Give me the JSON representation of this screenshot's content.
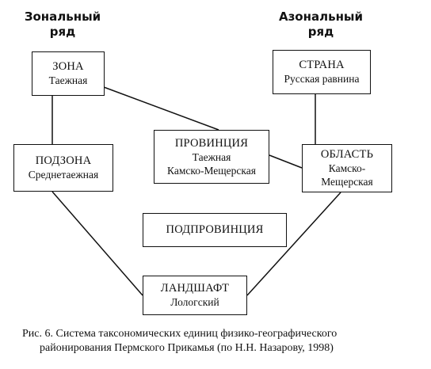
{
  "headers": {
    "left": [
      "Зональный",
      "ряд"
    ],
    "right": [
      "Азональный",
      "ряд"
    ]
  },
  "boxes": {
    "zona": {
      "title": "ЗОНА",
      "subtitle": "Таежная"
    },
    "strana": {
      "title": "СТРАНА",
      "subtitle": "Русская равнина"
    },
    "podzona": {
      "title": "ПОДЗОНА",
      "subtitle": "Среднетаежная"
    },
    "provintsiya": {
      "title": "ПРОВИНЦИЯ",
      "subtitle": [
        "Таежная",
        "Камско-Мещерская"
      ]
    },
    "oblast": {
      "title": "ОБЛАСТЬ",
      "subtitle": [
        "Камско-",
        "Мещерская"
      ]
    },
    "podprovintsiya": {
      "title": "ПОДПРОВИНЦИЯ"
    },
    "landshaft": {
      "title": "ЛАНДШАФТ",
      "subtitle": "Лологский"
    }
  },
  "caption": [
    "Рис. 6. Система таксономических единиц физико-географического",
    "районирования Пермского Прикамья (по Н.Н. Назарову, 1998)"
  ]
}
